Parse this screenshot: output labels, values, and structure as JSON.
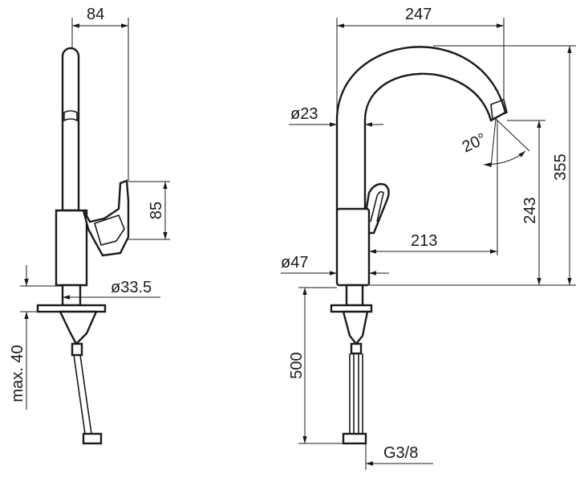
{
  "drawing": {
    "side_view": {
      "dimensions": {
        "spout_reach_side": "84",
        "handle_height": "85",
        "hole_diameter": "ø33.5",
        "max_thickness": "max. 40"
      }
    },
    "front_view": {
      "dimensions": {
        "spout_reach": "247",
        "spout_diameter": "ø23",
        "swivel_angle": "20°",
        "total_height": "355",
        "outlet_height": "243",
        "outlet_reach": "213",
        "body_diameter": "ø47",
        "hose_length": "500",
        "connection_thread": "G3/8"
      }
    }
  }
}
